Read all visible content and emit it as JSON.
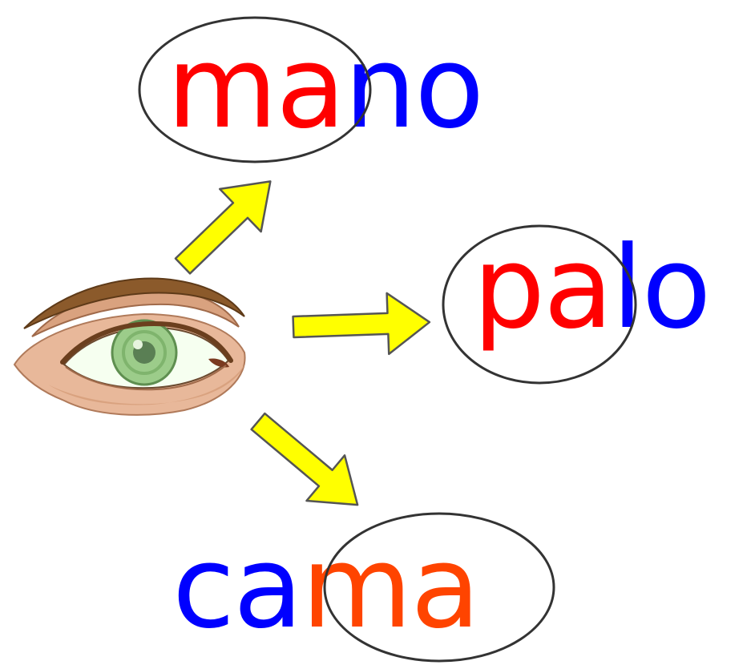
{
  "words": [
    {
      "highlighted": "ma",
      "rest": "no",
      "highlight_first": true,
      "highlight_color": "#ff0000",
      "rest_color": "#0000ff"
    },
    {
      "highlighted": "pa",
      "rest": "lo",
      "highlight_first": true,
      "highlight_color": "#ff0000",
      "rest_color": "#0000ff"
    },
    {
      "highlighted": "ma",
      "rest": "ca",
      "highlight_first": false,
      "highlight_color": "#ff4400",
      "rest_color": "#0000ff"
    }
  ],
  "colors": {
    "arrow_fill": "#ffff00",
    "arrow_stroke": "#555555",
    "ellipse_stroke": "#333333",
    "eye_iris": "#9ccc8a",
    "eye_skin": "#e8b89a",
    "eye_brow": "#8b5a2b"
  },
  "icons": {
    "eye": "eye-icon",
    "arrow": "arrow-icon"
  }
}
